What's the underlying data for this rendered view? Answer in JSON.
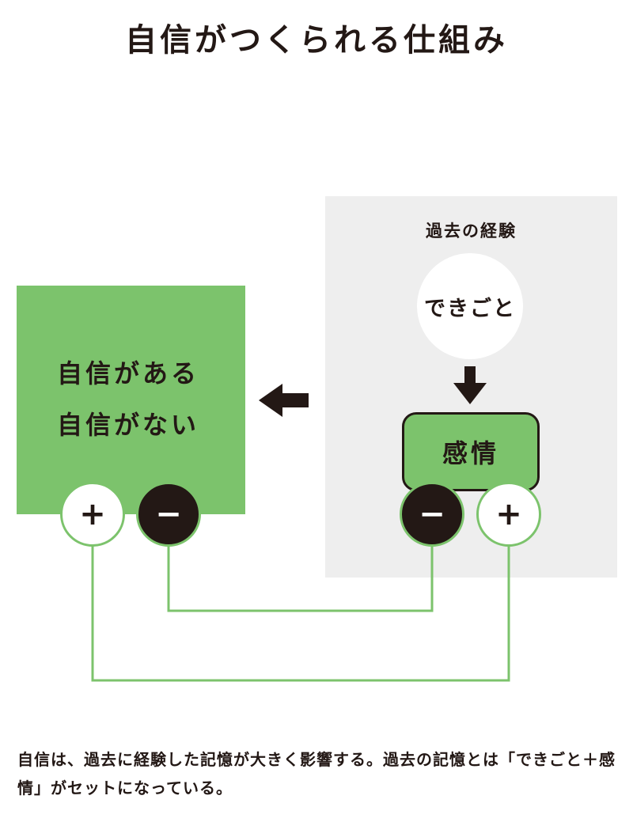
{
  "title": "自信がつくられる仕組み",
  "past_experience": {
    "label": "過去の経験",
    "event": "できごと",
    "emotion": "感情",
    "signs": {
      "minus": "−",
      "plus": "+"
    }
  },
  "confidence": {
    "line1": "自信がある",
    "line2": "自信がない",
    "signs": {
      "plus": "+",
      "minus": "−"
    }
  },
  "colors": {
    "green": "#7cc36c",
    "dark": "#231815",
    "panel_gray": "#eeeeee"
  },
  "icons": [
    "arrow-down-icon",
    "arrow-left-icon"
  ],
  "caption": "自信は、過去に経験した記憶が大きく影響する。過去の記憶とは「できごと＋感情」がセットになっている。"
}
